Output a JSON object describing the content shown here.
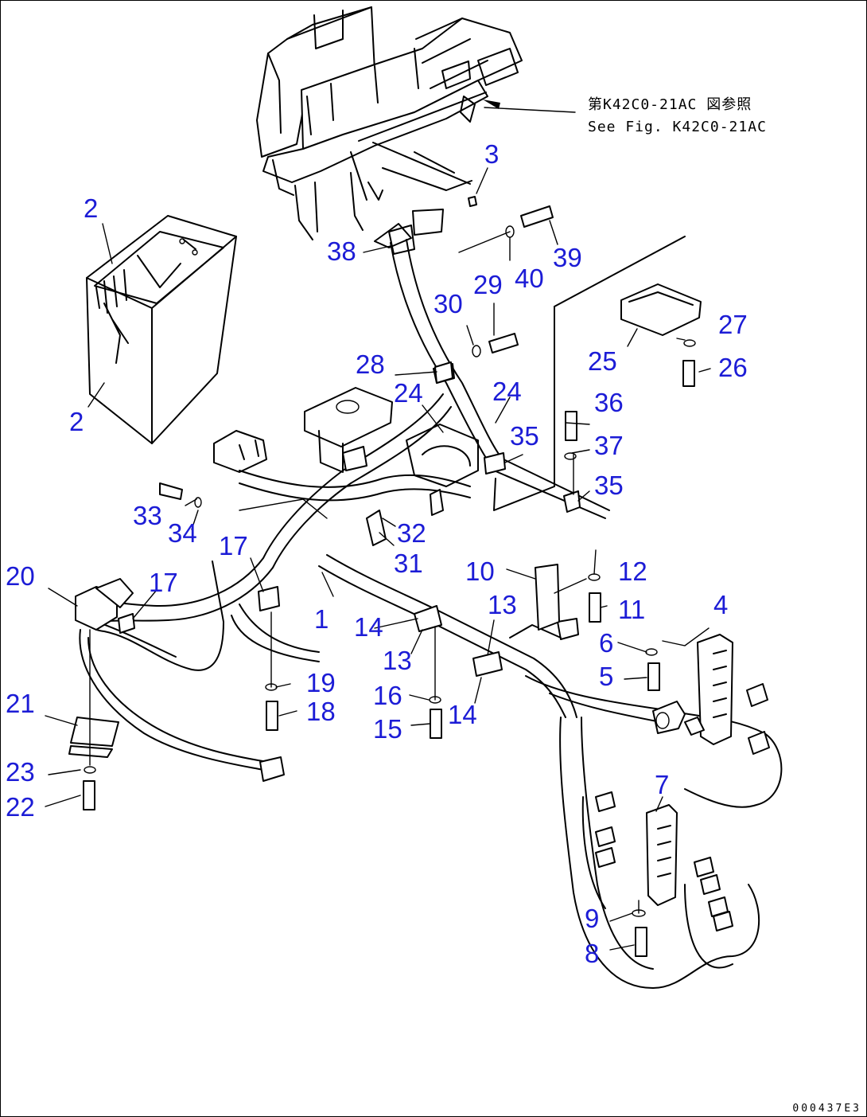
{
  "figure_reference": {
    "line1": "第K42C0-21AC 図参照",
    "line2": "See Fig. K42C0-21AC"
  },
  "drawing_code": "000437E3",
  "callouts": [
    {
      "id": "c1",
      "label": "1"
    },
    {
      "id": "c2a",
      "label": "2"
    },
    {
      "id": "c2b",
      "label": "2"
    },
    {
      "id": "c3",
      "label": "3"
    },
    {
      "id": "c4",
      "label": "4"
    },
    {
      "id": "c5",
      "label": "5"
    },
    {
      "id": "c6",
      "label": "6"
    },
    {
      "id": "c7",
      "label": "7"
    },
    {
      "id": "c8",
      "label": "8"
    },
    {
      "id": "c9",
      "label": "9"
    },
    {
      "id": "c10",
      "label": "10"
    },
    {
      "id": "c11",
      "label": "11"
    },
    {
      "id": "c12",
      "label": "12"
    },
    {
      "id": "c13a",
      "label": "13"
    },
    {
      "id": "c13b",
      "label": "13"
    },
    {
      "id": "c14a",
      "label": "14"
    },
    {
      "id": "c14b",
      "label": "14"
    },
    {
      "id": "c15",
      "label": "15"
    },
    {
      "id": "c16",
      "label": "16"
    },
    {
      "id": "c17a",
      "label": "17"
    },
    {
      "id": "c17b",
      "label": "17"
    },
    {
      "id": "c18",
      "label": "18"
    },
    {
      "id": "c19",
      "label": "19"
    },
    {
      "id": "c20",
      "label": "20"
    },
    {
      "id": "c21",
      "label": "21"
    },
    {
      "id": "c22",
      "label": "22"
    },
    {
      "id": "c23",
      "label": "23"
    },
    {
      "id": "c24a",
      "label": "24"
    },
    {
      "id": "c24b",
      "label": "24"
    },
    {
      "id": "c25",
      "label": "25"
    },
    {
      "id": "c26",
      "label": "26"
    },
    {
      "id": "c27",
      "label": "27"
    },
    {
      "id": "c28",
      "label": "28"
    },
    {
      "id": "c29",
      "label": "29"
    },
    {
      "id": "c30",
      "label": "30"
    },
    {
      "id": "c31",
      "label": "31"
    },
    {
      "id": "c32",
      "label": "32"
    },
    {
      "id": "c33",
      "label": "33"
    },
    {
      "id": "c34",
      "label": "34"
    },
    {
      "id": "c35a",
      "label": "35"
    },
    {
      "id": "c35b",
      "label": "35"
    },
    {
      "id": "c36",
      "label": "36"
    },
    {
      "id": "c37",
      "label": "37"
    },
    {
      "id": "c38",
      "label": "38"
    },
    {
      "id": "c39",
      "label": "39"
    },
    {
      "id": "c40",
      "label": "40"
    }
  ],
  "colors": {
    "callout": "#1c1cd6",
    "line": "#000000",
    "background": "#ffffff"
  }
}
